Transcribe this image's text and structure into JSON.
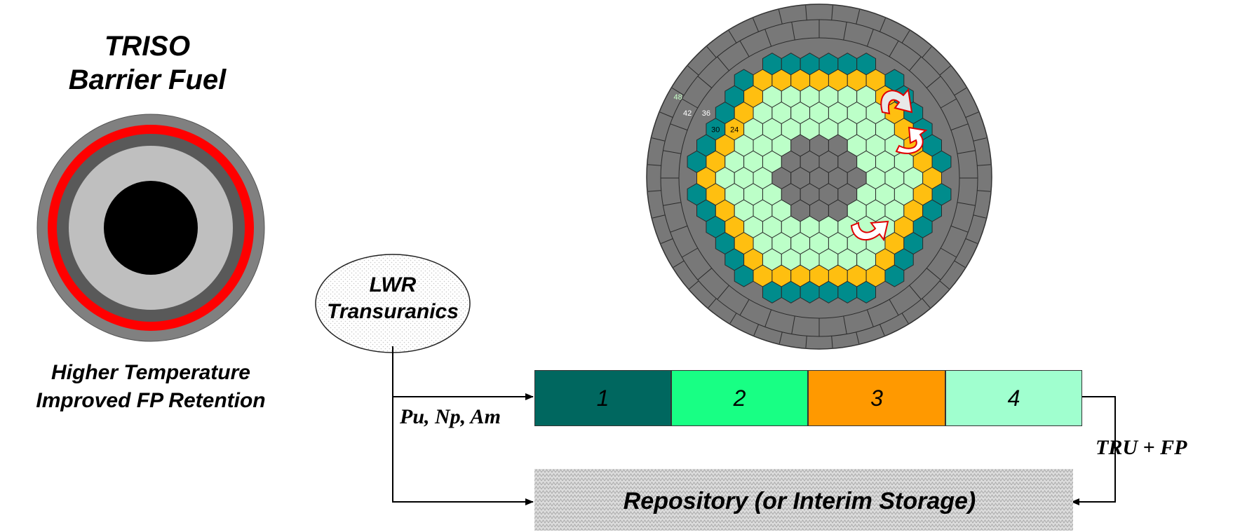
{
  "triso": {
    "title_line1": "TRISO",
    "title_line2": "Barrier Fuel",
    "caption_line1": "Higher Temperature",
    "caption_line2": "Improved FP Retention"
  },
  "core": {
    "ring_labels": [
      "48",
      "42",
      "36",
      "30",
      "24"
    ]
  },
  "lwr": {
    "line1": "LWR",
    "line2": "Transuranics"
  },
  "stages": [
    {
      "label": "1",
      "color": "#00675f"
    },
    {
      "label": "2",
      "color": "#18ff84"
    },
    {
      "label": "3",
      "color": "#ff9900"
    },
    {
      "label": "4",
      "color": "#a0ffcf"
    }
  ],
  "flow": {
    "input_label": "Pu, Np, Am",
    "output_label": "TRU + FP",
    "repository_label": "Repository (or Interim Storage)"
  },
  "colors": {
    "core_gray": "#787878",
    "ring_teal": "#008c8c",
    "ring_green": "#7fdb7f",
    "ring_yellow": "#ffbf10",
    "ring_light": "#bcffc8",
    "shell_red": "#ff0000"
  }
}
